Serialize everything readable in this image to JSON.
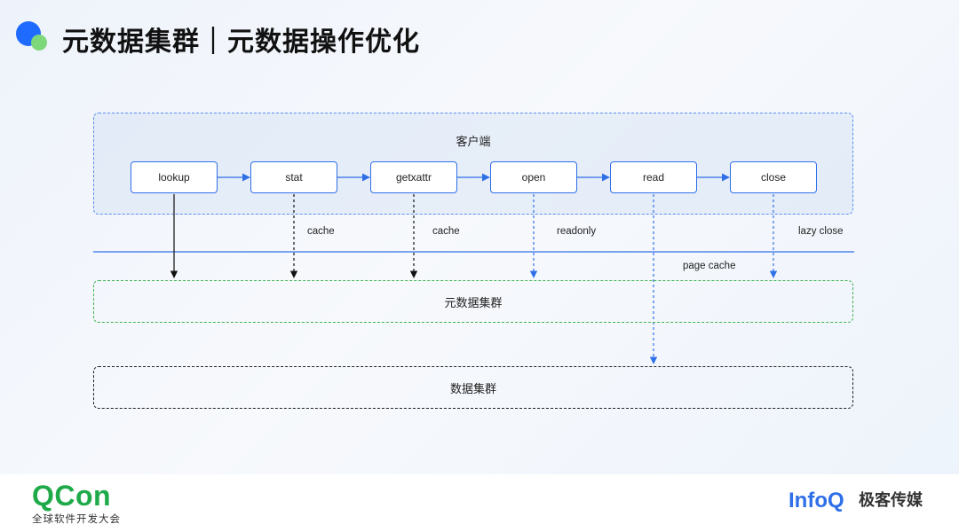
{
  "header": {
    "title": "元数据集群｜元数据操作优化"
  },
  "diagram": {
    "client_label": "客户端",
    "operations": [
      "lookup",
      "stat",
      "getxattr",
      "open",
      "read",
      "close"
    ],
    "edge_labels": {
      "stat": "cache",
      "getxattr": "cache",
      "open": "readonly",
      "close": "lazy close",
      "read": "page cache"
    },
    "metadata_cluster": "元数据集群",
    "data_cluster": "数据集群",
    "colors": {
      "primary_blue": "#2f6fe8",
      "metadata_border": "#3fb34f",
      "data_border": "#222222"
    }
  },
  "footer": {
    "left_brand": "QCon",
    "left_subtitle": "全球软件开发大会",
    "right_brand": "InfoQ",
    "right_subtitle": "极客传媒"
  }
}
